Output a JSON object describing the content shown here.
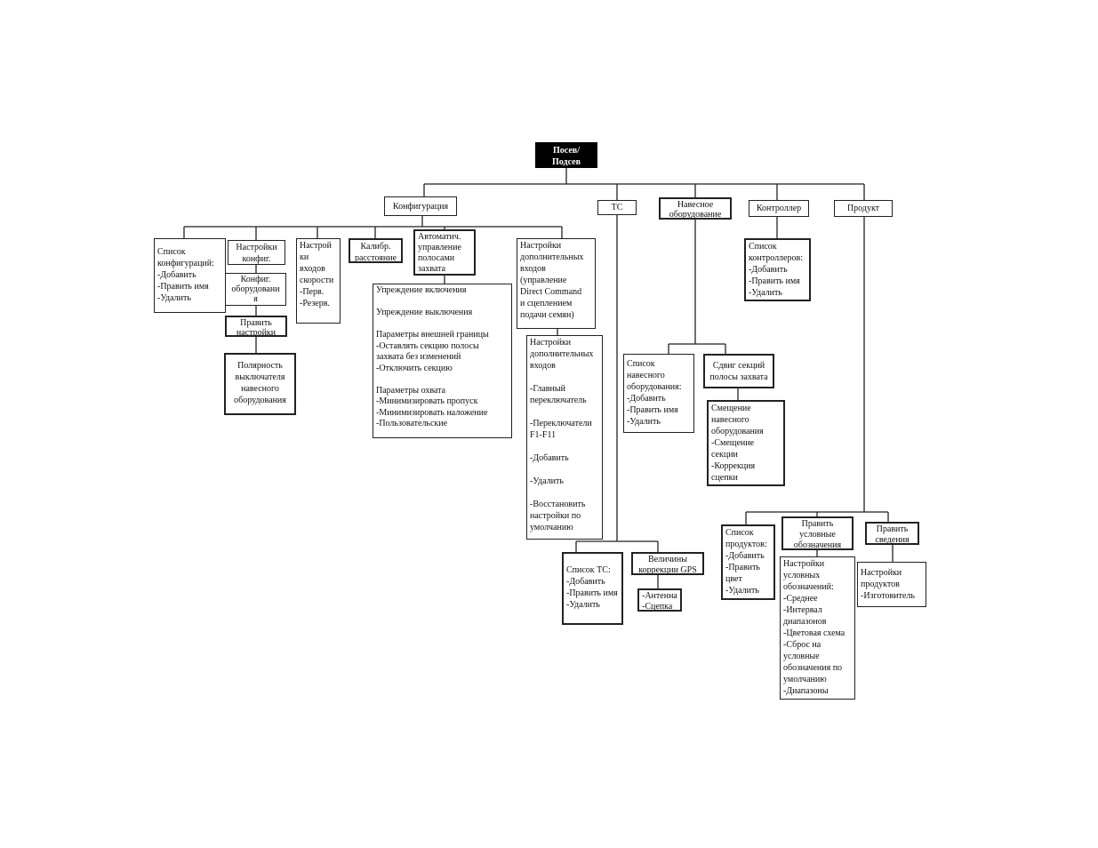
{
  "nodes": {
    "root": "Посев/\nПодсев",
    "config": "Конфигурация",
    "tc": "ТС",
    "implement": "Навесное\nоборудование",
    "controller": "Контроллер",
    "product": "Продукт",
    "config_list": "Список\nконфигураций:\n-Добавить\n-Править имя\n-Удалить",
    "config_settings": "Настройки\nконфиг.",
    "config_equipment": "Конфиг.\nоборудовани\nя",
    "edit_settings": "Править\nнастройки",
    "polarity": "Полярность\nвыключателя\nнавесного\nоборудования",
    "speed_inputs": "Настрой\nки\nвходов\nскорости\n-Перв.\n-Резерв.",
    "calib_distance": "Калибр.\nрасстояние",
    "auto_swath": "Автоматич.\nуправление\nполосами\nзахвата",
    "swath_details": "Упреждение включения\n\nУпреждение выключения\n\nПараметры внешней границы\n-Оставлять секцию полосы\nзахвата без изменений\n-Отключить секцию\n\nПараметры охвата\n-Минимизировать пропуск\n-Минимизировать наложение\n-Пользовательские",
    "aux_inputs": "Настройки\nдополнительных\nвходов\n(управление\nDirect Command\nи сцеплением\nподачи семян)",
    "aux_details": "Настройки\nдополнительных\nвходов\n\n-Главный\nпереключатель\n\n-Переключатели\nF1-F11\n\n-Добавить\n\n-Удалить\n\n-Восстановить\nнастройки по\nумолчанию",
    "tc_list": "Список ТС:\n-Добавить\n-Править имя\n-Удалить",
    "gps": "Величины\nкоррекции GPS",
    "gps_details": "-Антенна\n-Сцепка",
    "implement_list": "Список\nнавесного\nоборудования:\n-Добавить\n-Править имя\n-Удалить",
    "section_shift": "Сдвиг секций\nполосы захвата",
    "shift_details": "Смещение\nнавесного\nоборудования\n  -Смещение\nсекции\n  -Коррекция\nсцепки",
    "controller_list": "Список\nконтроллеров:\n-Добавить\n-Править имя\n-Удалить",
    "product_list": "Список\nпродуктов:\n-Добавить\n-Править\nцвет\n-Удалить",
    "edit_legend": "Править\nусловные\nобозначения",
    "legend_details": "Настройки\nусловных\nобозначений:\n-Среднее\n-Интервал\nдиапазонов\n-Цветовая схема\n-Сброс на\nусловные\nобозначения по\nумолчанию\n-Диапазоны",
    "edit_info": "Править\nсведения",
    "product_settings": "Настройки\nпродуктов\n-Изготовитель"
  }
}
